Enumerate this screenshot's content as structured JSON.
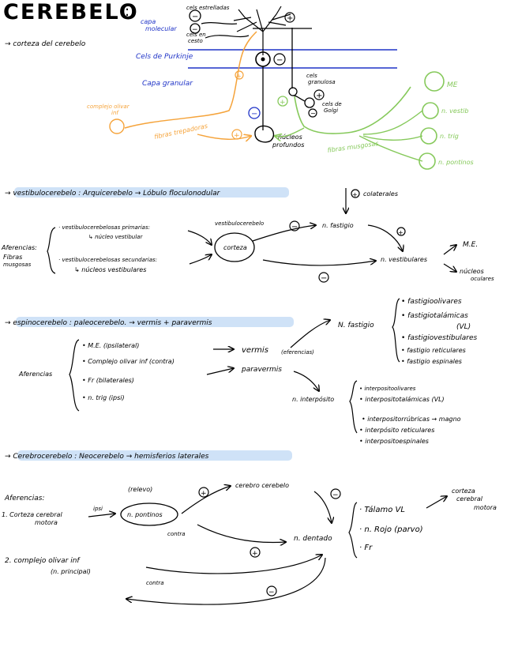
{
  "title": "CEREBELO",
  "title_colon": ":",
  "section1": {
    "heading": "→ corteza del cerebelo",
    "capa_molecular": [
      "capa",
      "molecular"
    ],
    "capa_purkinje": "Cels de Purkinje",
    "capa_granular": "Capa granular",
    "cels_estrelladas": "cels estrelladas",
    "cels_cesto": [
      "cels en",
      "cesto"
    ],
    "cels_granulosa": [
      "cels",
      "granulosa"
    ],
    "cels_golgi": [
      "cels de",
      "Golgi"
    ],
    "complejo_olivar": [
      "complejo olivar",
      "inf"
    ],
    "fibras_trepadoras": "fibras trepadoras",
    "nucleos_profundos": [
      "núcleos",
      "profundos"
    ],
    "fibras_musgosas": "fibras musgosas",
    "green_targets": [
      "ME",
      "n. vestib",
      "n. trig",
      "n. pontinos"
    ],
    "signs": {
      "minus": "−",
      "plus": "+",
      "dot": "•"
    },
    "colors": {
      "blue": "#1f33c7",
      "orange": "#f5a33a",
      "green": "#86c95b",
      "black": "#000000"
    }
  },
  "section2": {
    "heading": "→ vestibulocerebelo : Arquicerebelo → Lóbulo floculonodular",
    "aferencias": [
      "Aferencias:",
      "Fibras",
      "musgosas"
    ],
    "primarias": [
      "· vestibulocerebelosas primarias:",
      "↳ núcleo vestibular"
    ],
    "secundarias": [
      "· vestibulocerebelosas secundarias:",
      "↳ núcleos vestibulares"
    ],
    "vestibulocerebelo": "vestibulocerebelo",
    "corteza": "corteza",
    "colaterales": "colaterales",
    "n_fastigio": "n. fastigio",
    "n_vestibulares": "n. vestibulares",
    "me": "M.E.",
    "nucleos_oculares": [
      "núcleos",
      "oculares"
    ]
  },
  "section3": {
    "heading": "→ espinocerebelo : paleocerebelo. → vermis + paravermis",
    "aferencias": "Aferencias",
    "items": [
      "• M.E. (ipsilateral)",
      "• Complejo olivar inf (contra)",
      "• Fr (bilaterales)",
      "• n. trig (ipsi)"
    ],
    "vermis": "vermis",
    "paravermis": "paravermis",
    "eferencias": "(eferencias)",
    "n_fastigio": "N. fastigio",
    "n_interposito": "n. interpósito",
    "fastigio_targets": [
      "• fastigioolivares",
      "• fastigiotalámicas",
      "(VL)",
      "• fastigiovestibulares",
      "• fastigio reticulares",
      "• fastigio espinales"
    ],
    "interposito_targets": [
      "• interpositoolivares",
      "• interpositotalámicas (VL)",
      "• interpositorrúbricas → magno",
      "• interpósito reticulares",
      "• interpositoespinales"
    ]
  },
  "section4": {
    "heading": "→ Cerebrocerebelo : Neocerebelo → hemisferios laterales",
    "aferencias": "Aferencias:",
    "item1": [
      "1. Corteza cerebral",
      "motora"
    ],
    "ipsi": "ipsi",
    "relevo": "(relevo)",
    "n_pontinos": "n. pontinos",
    "contra": "contra",
    "cerebro_cerebelo": "cerebro cerebelo",
    "n_dentado": "n. dentado",
    "item2": [
      "2. complejo olivar inf",
      "(n. principal)"
    ],
    "contra2": "contra",
    "targets": [
      "· Tálamo VL",
      "· n. Rojo (parvo)",
      "· Fr"
    ],
    "corteza_motora": [
      "corteza",
      "cerebral",
      "motora"
    ]
  }
}
